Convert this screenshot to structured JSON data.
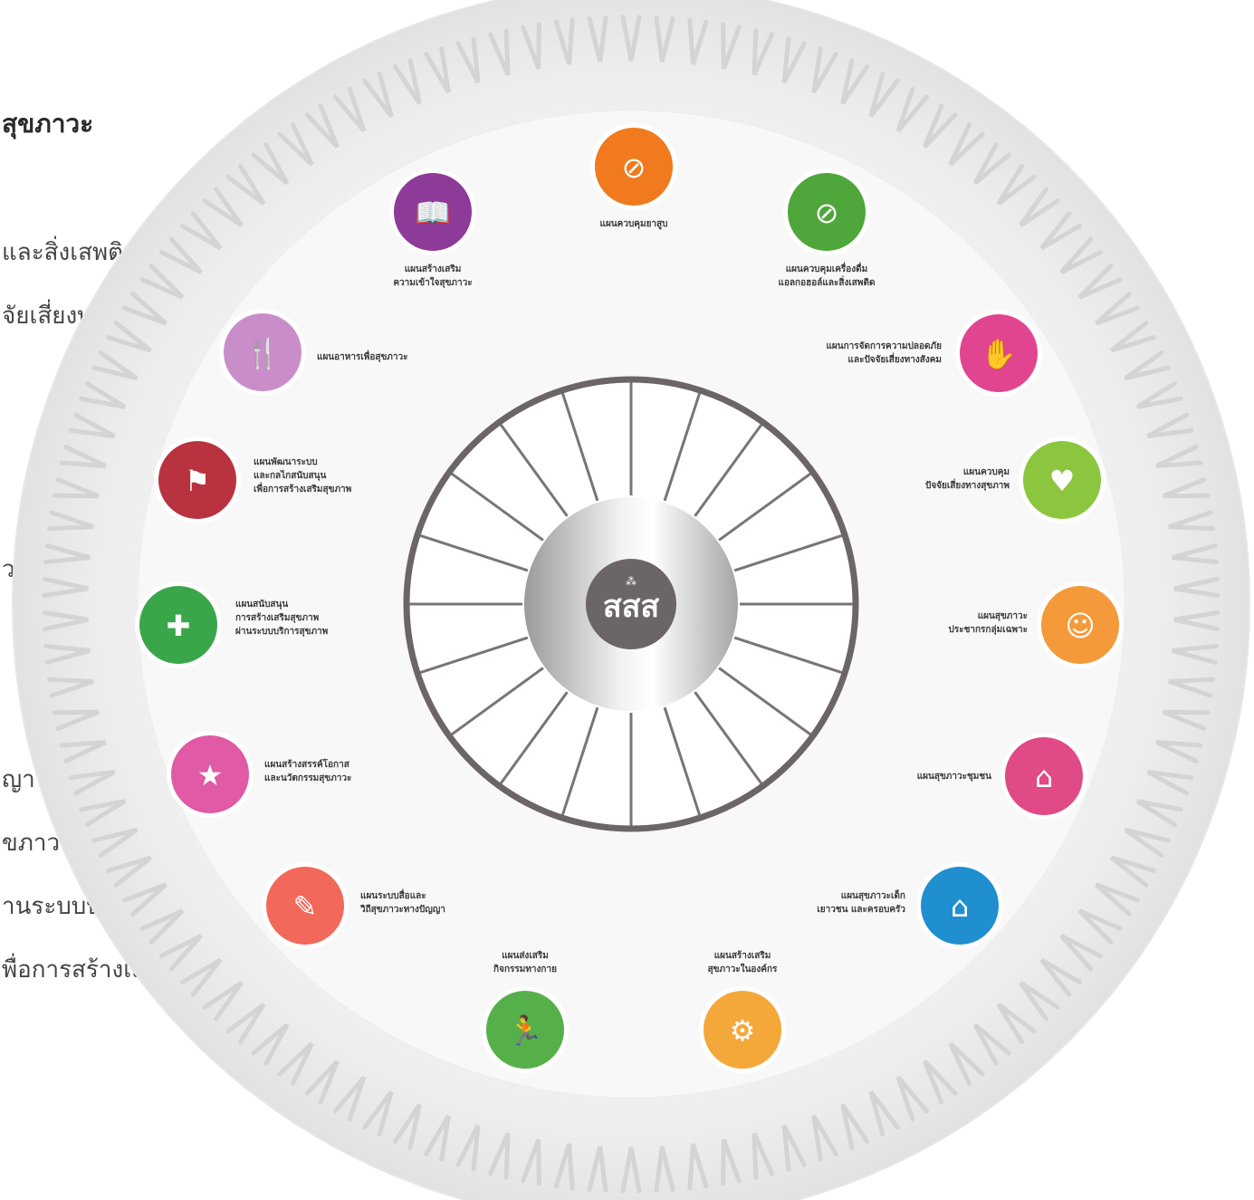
{
  "left_panel": {
    "heading": "สุขภาวะ",
    "lines": [
      "และสิ่งเสพติด",
      "จัยเสี่ยงทางสังคม",
      "ว",
      "ญา",
      "ขภาวะ",
      "านระบบบริการสุขภาพ",
      "พื่อการสร้างเสริมสุขภาพ"
    ]
  },
  "center": {
    "logo_text": "สสส"
  },
  "programs": [
    {
      "id": "tobacco",
      "label": [
        "แผนควบคุมยาสูบ"
      ],
      "color": "#f07a1d",
      "icon": "no-smoking-icon"
    },
    {
      "id": "alcohol",
      "label": [
        "แผนควบคุมเครื่องดื่ม",
        "แอลกอฮอล์และสิ่งเสพติด"
      ],
      "color": "#4fa63a",
      "icon": "no-drinking-icon"
    },
    {
      "id": "safety",
      "label": [
        "แผนการจัดการความปลอดภัย",
        "และปัจจัยเสี่ยงทางสังคม"
      ],
      "color": "#e2458f",
      "icon": "safety-icon"
    },
    {
      "id": "healthrisk",
      "label": [
        "แผนควบคุม",
        "ปัจจัยเสี่ยงทางสุขภาพ"
      ],
      "color": "#8cc63f",
      "icon": "health-risk-icon"
    },
    {
      "id": "specific",
      "label": [
        "แผนสุขภาวะ",
        "ประชากรกลุ่มเฉพาะ"
      ],
      "color": "#f59a3a",
      "icon": "population-icon"
    },
    {
      "id": "community",
      "label": [
        "แผนสุขภาวะชุมชน"
      ],
      "color": "#e04a86",
      "icon": "community-icon"
    },
    {
      "id": "children",
      "label": [
        "แผนสุขภาวะเด็ก",
        "เยาวชน และครอบครัว"
      ],
      "color": "#1f8fd0",
      "icon": "family-icon"
    },
    {
      "id": "org",
      "label": [
        "แผนสร้างเสริม",
        "สุขภาวะในองค์กร"
      ],
      "color": "#f5a83a",
      "icon": "organization-icon"
    },
    {
      "id": "physical",
      "label": [
        "แผนส่งเสริม",
        "กิจกรรมทางกาย"
      ],
      "color": "#56b04a",
      "icon": "physical-activity-icon"
    },
    {
      "id": "media",
      "label": [
        "แผนระบบสื่อและ",
        "วิถีสุขภาวะทางปัญญา"
      ],
      "color": "#f2685a",
      "icon": "media-icon"
    },
    {
      "id": "opportunity",
      "label": [
        "แผนสร้างสรรค์โอกาส",
        "และนวัตกรรมสุขภาวะ"
      ],
      "color": "#e05aa6",
      "icon": "opportunity-icon"
    },
    {
      "id": "service",
      "label": [
        "แผนสนับสนุน",
        "การสร้างเสริมสุขภาพ",
        "ผ่านระบบบริการสุขภาพ"
      ],
      "color": "#3aa64a",
      "icon": "health-service-icon"
    },
    {
      "id": "system",
      "label": [
        "แผนพัฒนาระบบ",
        "และกลไกสนับสนุน",
        "เพื่อการสร้างเสริมสุขภาพ"
      ],
      "color": "#b8333f",
      "icon": "support-system-icon"
    },
    {
      "id": "food",
      "label": [
        "แผนอาหารเพื่อสุขภาวะ"
      ],
      "color": "#c98ec9",
      "icon": "food-icon"
    },
    {
      "id": "literacy",
      "label": [
        "แผนสร้างเสริม",
        "ความเข้าใจสุขภาวะ"
      ],
      "color": "#8e3a98",
      "icon": "book-icon"
    }
  ]
}
